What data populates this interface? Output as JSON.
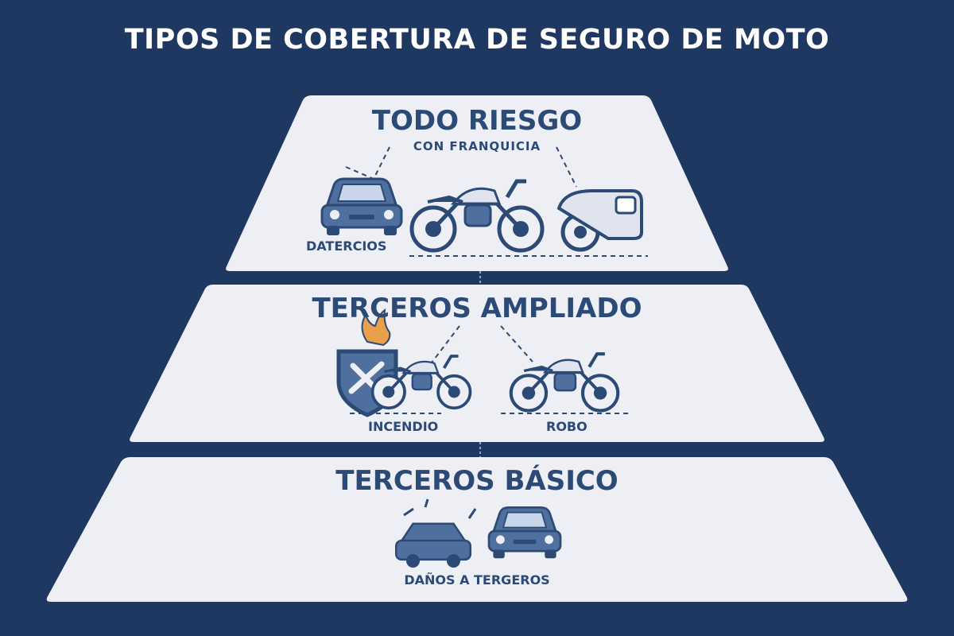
{
  "title": "TIPOS DE COBERTURA DE SEGURO DE MOTO",
  "colors": {
    "background": "#1f3862",
    "panel": "#eeeff4",
    "ink": "#2c4a76",
    "accent": "#4f6f9f",
    "flame": "#e8a04a"
  },
  "tiers": [
    {
      "title": "TODO RIESGO",
      "subtitle": "CON FRANQUICIA",
      "icons": [
        "car-icon",
        "motorcycle-icon",
        "motorcycle-case-icon"
      ],
      "labels": [
        "DATERCIOS"
      ]
    },
    {
      "title": "TERCEROS AMPLIADO",
      "icons": [
        "fire-shield-icon",
        "motorcycle-icon",
        "motorcycle-icon"
      ],
      "labels": [
        "INCENDIO",
        "ROBO"
      ]
    },
    {
      "title": "TERCEROS BÁSICO",
      "icons": [
        "car-collision-icon"
      ],
      "labels": [
        "DAÑOS A TERGEROS"
      ]
    }
  ]
}
